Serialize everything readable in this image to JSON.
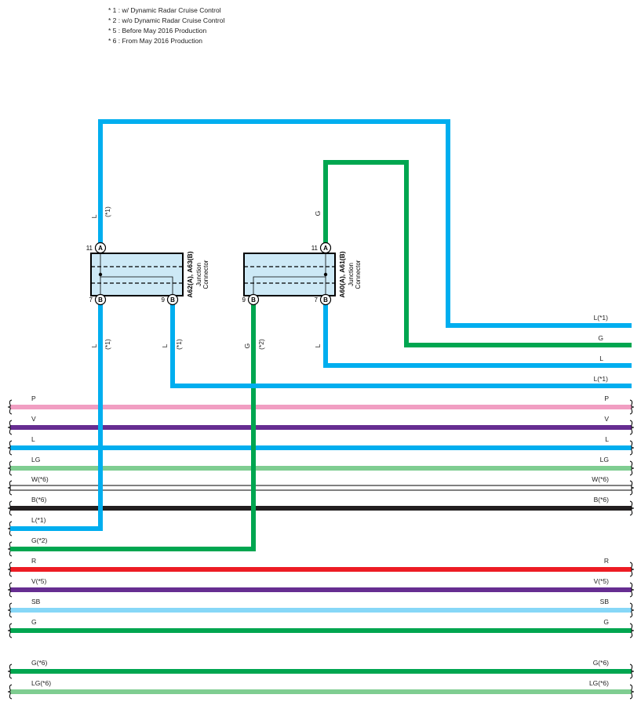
{
  "legend": [
    "* 1 : w/ Dynamic Radar Cruise Control",
    "* 2 : w/o Dynamic Radar Cruise Control",
    "* 5 : Before May 2016 Production",
    "* 6 : From May 2016 Production"
  ],
  "colors": {
    "L": "#00aeef",
    "G": "#00a650",
    "P": "#f19ec2",
    "V": "#662d91",
    "LG": "#7fcd91",
    "W": "#ffffff",
    "B": "#231f20",
    "R": "#ed1c24",
    "SB": "#87d7f7",
    "connector_fill": "#cde9f6"
  },
  "connectors": {
    "left": {
      "code": "A62(A), A63(B)",
      "name_line1": "Junction",
      "name_line2": "Connector",
      "pin_top": {
        "letter": "A",
        "number": "11"
      },
      "pin_bottom_left": {
        "letter": "B",
        "number": "7"
      },
      "pin_bottom_right": {
        "letter": "B",
        "number": "9"
      }
    },
    "right": {
      "code": "A60(A), A61(B)",
      "name_line1": "Junction",
      "name_line2": "Connector",
      "pin_top": {
        "letter": "A",
        "number": "11"
      },
      "pin_bottom_left": {
        "letter": "B",
        "number": "9"
      },
      "pin_bottom_right": {
        "letter": "B",
        "number": "7"
      }
    }
  },
  "vertical_labels": {
    "left_top": {
      "color": "L",
      "note": "(*1)"
    },
    "right_top": {
      "color": "G"
    },
    "left_b7": {
      "color": "L",
      "note": "(*1)"
    },
    "left_b9": {
      "color": "L",
      "note": "(*1)"
    },
    "right_b9": {
      "color": "G",
      "note": "(*2)"
    },
    "right_b7": {
      "color": "L"
    }
  },
  "right_wires": [
    {
      "label": "L(*1)",
      "color": "L"
    },
    {
      "label": "G",
      "color": "G"
    },
    {
      "label": "L",
      "color": "L"
    },
    {
      "label": "L(*1)",
      "color": "L"
    }
  ],
  "bundle": [
    {
      "left_label": "P",
      "right_label": "P",
      "color": "P"
    },
    {
      "left_label": "V",
      "right_label": "V",
      "color": "V"
    },
    {
      "left_label": "L",
      "right_label": "L",
      "color": "L"
    },
    {
      "left_label": "LG",
      "right_label": "LG",
      "color": "LG"
    },
    {
      "left_label": "W(*6)",
      "right_label": "W(*6)",
      "color": "W"
    },
    {
      "left_label": "B(*6)",
      "right_label": "B(*6)",
      "color": "B"
    },
    {
      "left_label": "L(*1)",
      "right_label": "",
      "color": "L"
    },
    {
      "left_label": "G(*2)",
      "right_label": "",
      "color": "G"
    },
    {
      "left_label": "R",
      "right_label": "R",
      "color": "R"
    },
    {
      "left_label": "V(*5)",
      "right_label": "V(*5)",
      "color": "V"
    },
    {
      "left_label": "SB",
      "right_label": "SB",
      "color": "SB"
    },
    {
      "left_label": "G",
      "right_label": "G",
      "color": "G"
    },
    {
      "left_label": "G(*6)",
      "right_label": "G(*6)",
      "color": "G"
    },
    {
      "left_label": "LG(*6)",
      "right_label": "LG(*6)",
      "color": "LG"
    }
  ]
}
